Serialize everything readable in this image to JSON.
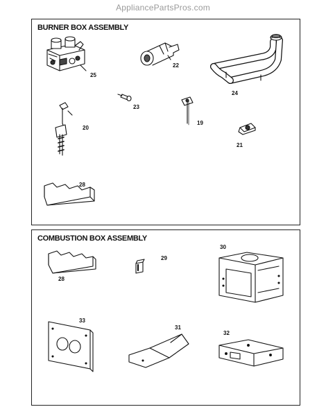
{
  "watermark": "AppliancePartsPros.com",
  "panels": {
    "burner": {
      "title": "BURNER BOX ASSEMBLY",
      "callouts": {
        "p25": "25",
        "p22": "22",
        "p24": "24",
        "p23": "23",
        "p19": "19",
        "p20": "20",
        "p21": "21",
        "p28": "28"
      }
    },
    "combustion": {
      "title": "COMBUSTION BOX ASSEMBLY",
      "callouts": {
        "p28": "28",
        "p29": "29",
        "p30": "30",
        "p33": "33",
        "p31": "31",
        "p32": "32"
      }
    }
  }
}
